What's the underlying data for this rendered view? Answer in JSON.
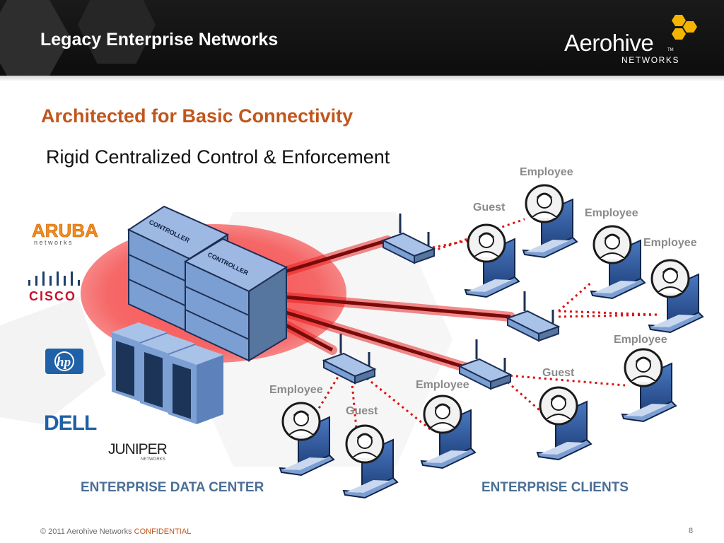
{
  "header": {
    "title": "Legacy Enterprise Networks",
    "logo": {
      "name": "Aerohive",
      "tm": "TM",
      "sub": "NETWORKS"
    }
  },
  "subtitle": "Architected for Basic Connectivity",
  "subheading": "Rigid Centralized Control & Enforcement",
  "vendors": {
    "aruba": {
      "name": "ARUBA",
      "sub": "n e t w o r k s"
    },
    "cisco": {
      "name": "CISCO"
    },
    "hp": {
      "name": "hp"
    },
    "dell": {
      "name": "DELL"
    },
    "juniper": {
      "name": "JUNIPER",
      "sub": "NETWORKS"
    }
  },
  "controllers": {
    "label": "CONTROLLER"
  },
  "clients": {
    "employee": "Employee",
    "guest": "Guest"
  },
  "sections": {
    "datacenter": "ENTERPRISE DATA CENTER",
    "clients": "ENTERPRISE CLIENTS"
  },
  "footer": {
    "copyright": "© 2011 Aerohive Networks",
    "confidential": "CONFIDENTIAL",
    "page": "8"
  },
  "colors": {
    "accent": "#c1561c",
    "section": "#4a6f96",
    "device": "#6b8fc6",
    "link": "#cc1111"
  }
}
